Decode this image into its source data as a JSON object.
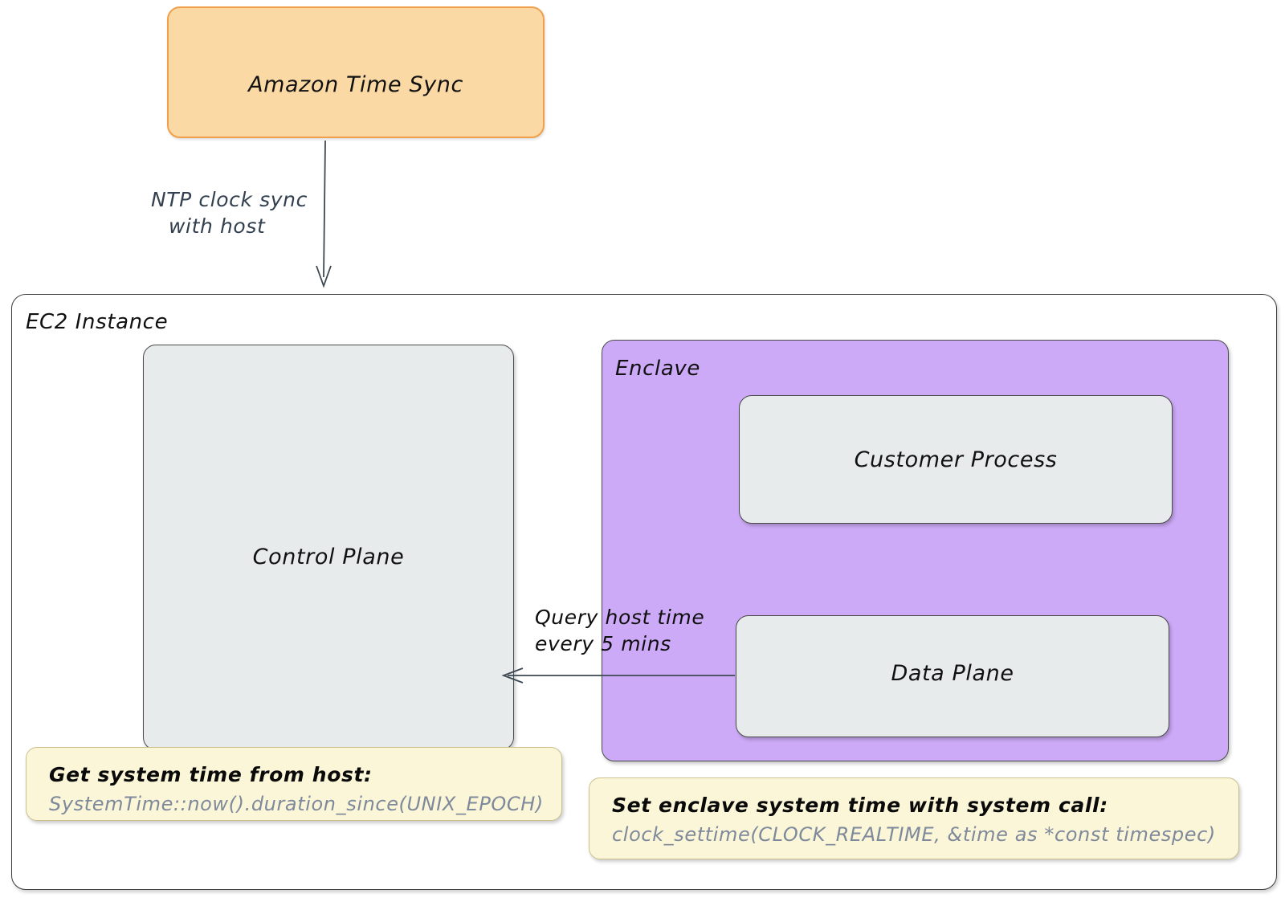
{
  "diagram": {
    "nodes": {
      "amazon_time_sync": {
        "label": "Amazon Time Sync",
        "color": "#fbd9a5"
      },
      "ec2_instance": {
        "label": "EC2 Instance",
        "color": "#ffffff"
      },
      "control_plane": {
        "label": "Control Plane",
        "color": "#e7ebec"
      },
      "enclave": {
        "label": "Enclave",
        "color": "#cdaaf7"
      },
      "customer_process": {
        "label": "Customer Process",
        "color": "#e7ebec"
      },
      "data_plane": {
        "label": "Data Plane",
        "color": "#e7ebec"
      }
    },
    "edges": {
      "ntp_sync": {
        "line1": "NTP clock sync",
        "line2": "with host"
      },
      "query_host_time": {
        "line1": "Query host time",
        "line2": "every 5 mins"
      }
    },
    "notes": {
      "host_time": {
        "title": "Get system time from host:",
        "code": "SystemTime::now().duration_since(UNIX_EPOCH)"
      },
      "enclave_time": {
        "title": "Set enclave system time with system call:",
        "code": "clock_settime(CLOCK_REALTIME, &time as *const timespec)"
      }
    }
  }
}
